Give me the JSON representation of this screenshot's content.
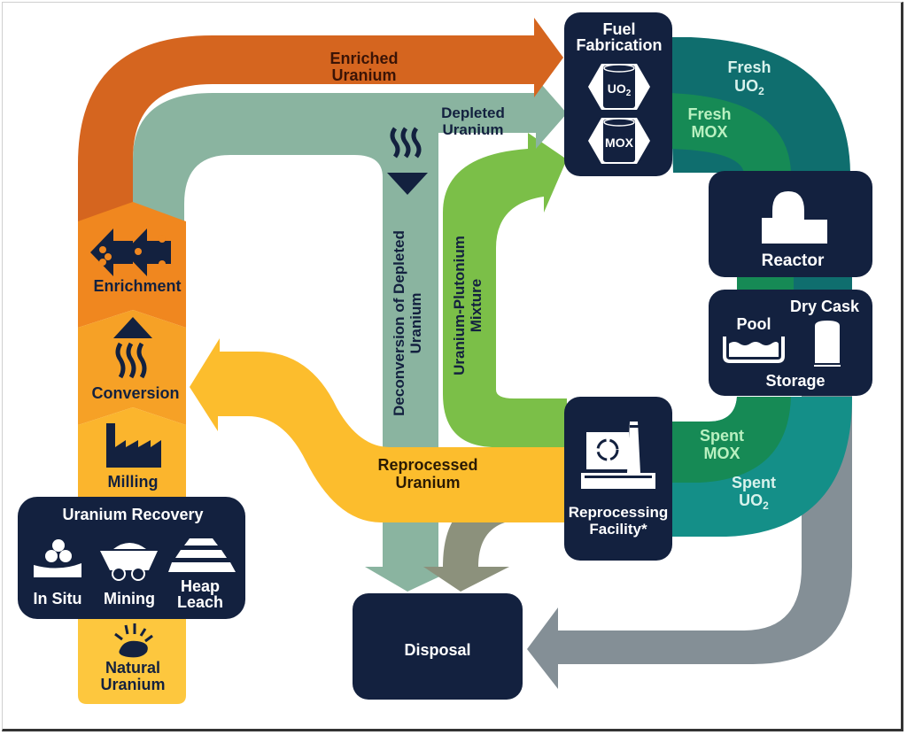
{
  "title": "Nuclear Fuel Cycle",
  "colors": {
    "navy": "#13213f",
    "enriched": "#d5651f",
    "depleted": "#8ab4a0",
    "upmix": "#7bbf48",
    "reprocessed": "#fcbd2d",
    "fresh_uo2": "#0f6e6e",
    "fresh_mox": "#168a55",
    "spent_uo2": "#148f88",
    "waste": "#848f96",
    "frontend_orange": "#f39a25",
    "frontend_yellow": "#fdc73e"
  },
  "flows": {
    "enriched": [
      "Enriched",
      "Uranium"
    ],
    "depleted": [
      "Depleted",
      "Uranium"
    ],
    "deconversion": [
      "Deconversion of Depleted",
      "Uranium"
    ],
    "upmix": [
      "Uranium-Plutonium",
      "Mixture"
    ],
    "reprocessed": [
      "Reprocessed",
      "Uranium"
    ],
    "fresh_uo2": [
      "Fresh",
      "UO",
      "2"
    ],
    "fresh_mox": [
      "Fresh",
      "MOX"
    ],
    "spent_mox": [
      "Spent",
      "MOX"
    ],
    "spent_uo2": [
      "Spent",
      "UO",
      "2"
    ]
  },
  "stages": {
    "enrichment": "Enrichment",
    "conversion": "Conversion",
    "milling": "Milling",
    "recovery": {
      "title": "Uranium Recovery",
      "methods": [
        "In Situ",
        "Mining",
        "Heap",
        "Leach"
      ]
    },
    "natural": [
      "Natural",
      "Uranium"
    ]
  },
  "facilities": {
    "fuel_fabrication": {
      "title": [
        "Fuel",
        "Fabrication"
      ],
      "uo2": [
        "UO",
        "2"
      ],
      "mox": "MOX"
    },
    "reactor": "Reactor",
    "storage": {
      "pool": "Pool",
      "dry_cask": "Dry Cask",
      "label": "Storage"
    },
    "reprocessing": [
      "Reprocessing",
      "Facility*"
    ],
    "disposal": "Disposal"
  }
}
